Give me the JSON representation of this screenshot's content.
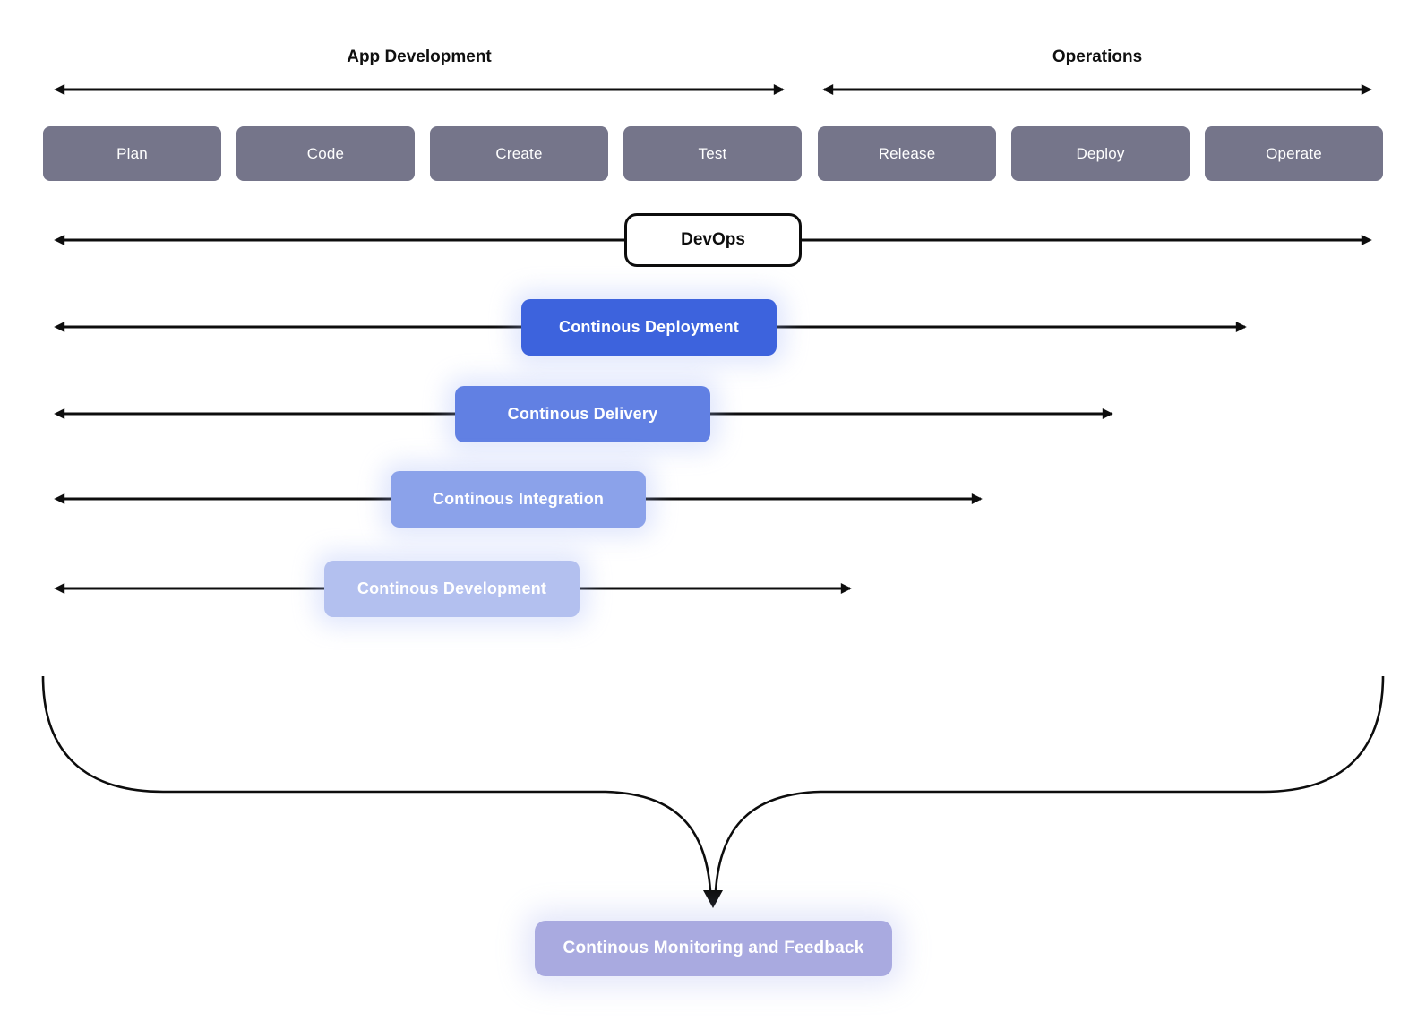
{
  "header": {
    "left_label": "App Development",
    "right_label": "Operations"
  },
  "stages": [
    {
      "label": "Plan"
    },
    {
      "label": "Code"
    },
    {
      "label": "Create"
    },
    {
      "label": "Test"
    },
    {
      "label": "Release"
    },
    {
      "label": "Deploy"
    },
    {
      "label": "Operate"
    }
  ],
  "devops": {
    "label": "DevOps"
  },
  "rows": [
    {
      "label": "Continous Deployment",
      "color": "#3D63DD"
    },
    {
      "label": "Continous Delivery",
      "color": "#6180E3"
    },
    {
      "label": "Continous Integration",
      "color": "#8BA2EA"
    },
    {
      "label": "Continous Development",
      "color": "#B3C0EF"
    }
  ],
  "monitoring": {
    "label": "Continous Monitoring and Feedback",
    "color": "#A9AAE0"
  },
  "colors": {
    "stage_box": "#75758A",
    "line": "#0d0d0d",
    "devops_border": "#0d0d0d",
    "background": "#ffffff"
  }
}
